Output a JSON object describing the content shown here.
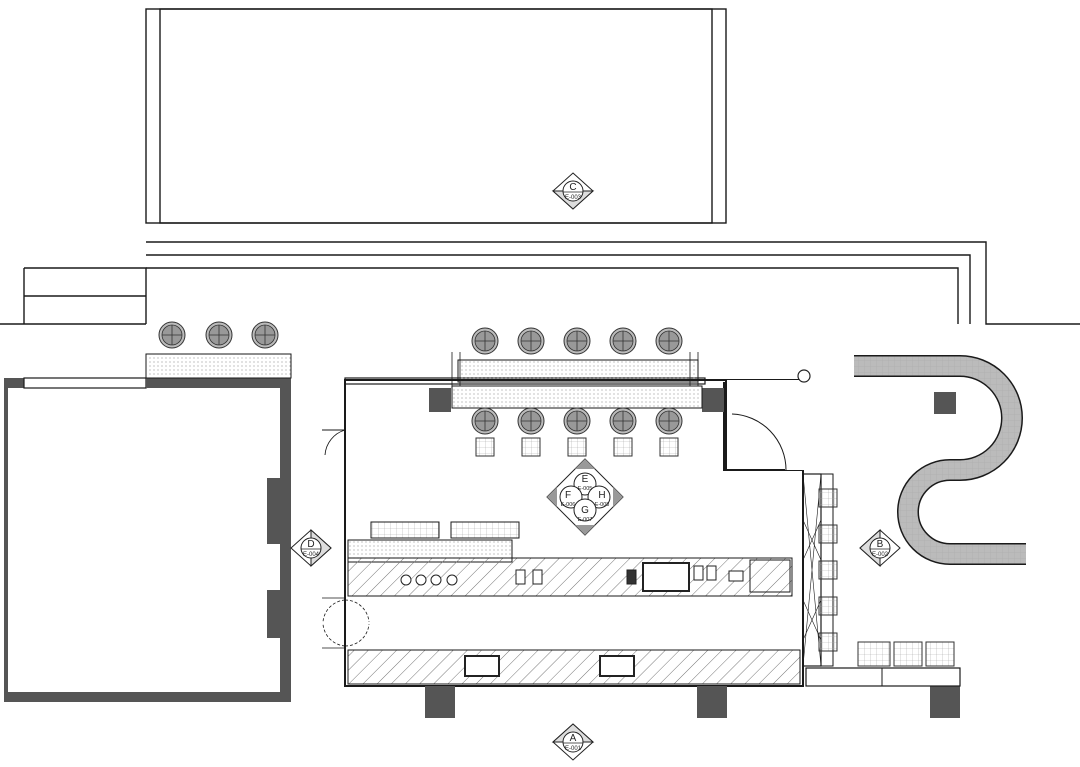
{
  "drawing": {
    "type": "floor-plan",
    "markers": [
      {
        "id": "marker-c",
        "letter": "C",
        "code": "E-003",
        "facing": "down"
      },
      {
        "id": "marker-d",
        "letter": "D",
        "code": "E-004",
        "facing": "right"
      },
      {
        "id": "marker-b",
        "letter": "B",
        "code": "E-002",
        "facing": "left"
      },
      {
        "id": "marker-a",
        "letter": "A",
        "code": "E-001",
        "facing": "up"
      }
    ],
    "interior_marker": {
      "letters": [
        "E",
        "F",
        "H",
        "G"
      ],
      "codes": [
        "E-005",
        "E-006",
        "E-008",
        "E-007"
      ]
    },
    "colors": {
      "line": "#1a1a1a",
      "column": "#555555",
      "hatch": "#777777",
      "dots": "#999999"
    }
  }
}
